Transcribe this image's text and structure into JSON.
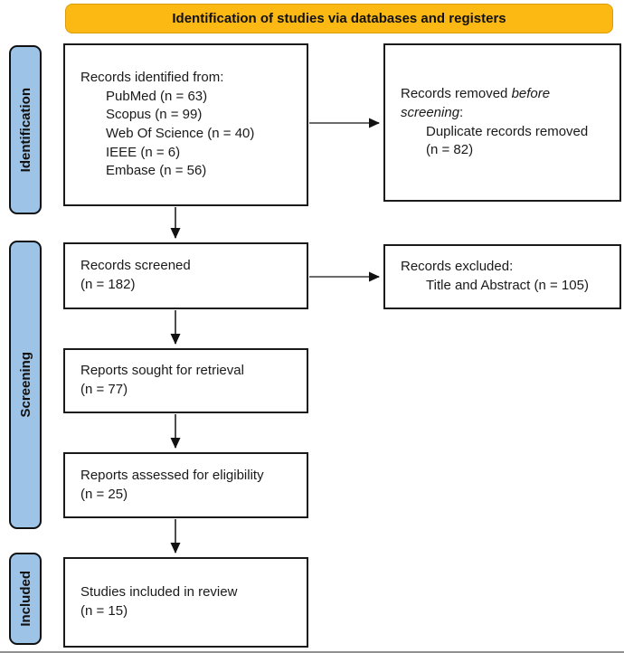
{
  "banner": {
    "title": "Identification of studies via databases and registers",
    "bg_color": "#FDB913",
    "border_color": "#DB9C07"
  },
  "sidebar": {
    "bg_color": "#9DC3E6",
    "labels": [
      {
        "label": "Identification"
      },
      {
        "label": "Screening"
      },
      {
        "label": "Included"
      }
    ]
  },
  "flow": {
    "identified": {
      "title": "Records identified from:",
      "sources": [
        "PubMed (n = 63)",
        "Scopus (n = 99)",
        "Web Of Science (n = 40)",
        "IEEE (n = 6)",
        "Embase (n = 56)"
      ]
    },
    "removed": {
      "line1_text": "Records removed ",
      "line1_italic": "before",
      "line2_italic": "screening",
      "line2_suffix": ":",
      "detail_line1": "Duplicate records removed",
      "detail_line2": "(n = 82)"
    },
    "screened": {
      "line1": "Records screened",
      "line2": "(n = 182)"
    },
    "excluded": {
      "title": "Records excluded:",
      "detail": "Title and Abstract (n = 105)"
    },
    "sought": {
      "line1": "Reports sought for retrieval",
      "line2": "(n = 77)"
    },
    "assessed": {
      "line1": "Reports assessed for eligibility",
      "line2": "(n = 25)"
    },
    "studies_included": {
      "line1": "Studies included in review",
      "line2": "(n = 15)"
    }
  },
  "style": {
    "box_border_color": "#1A1A1A",
    "arrow_line_color": "#4D4D4D",
    "arrow_head_color": "#111111"
  }
}
